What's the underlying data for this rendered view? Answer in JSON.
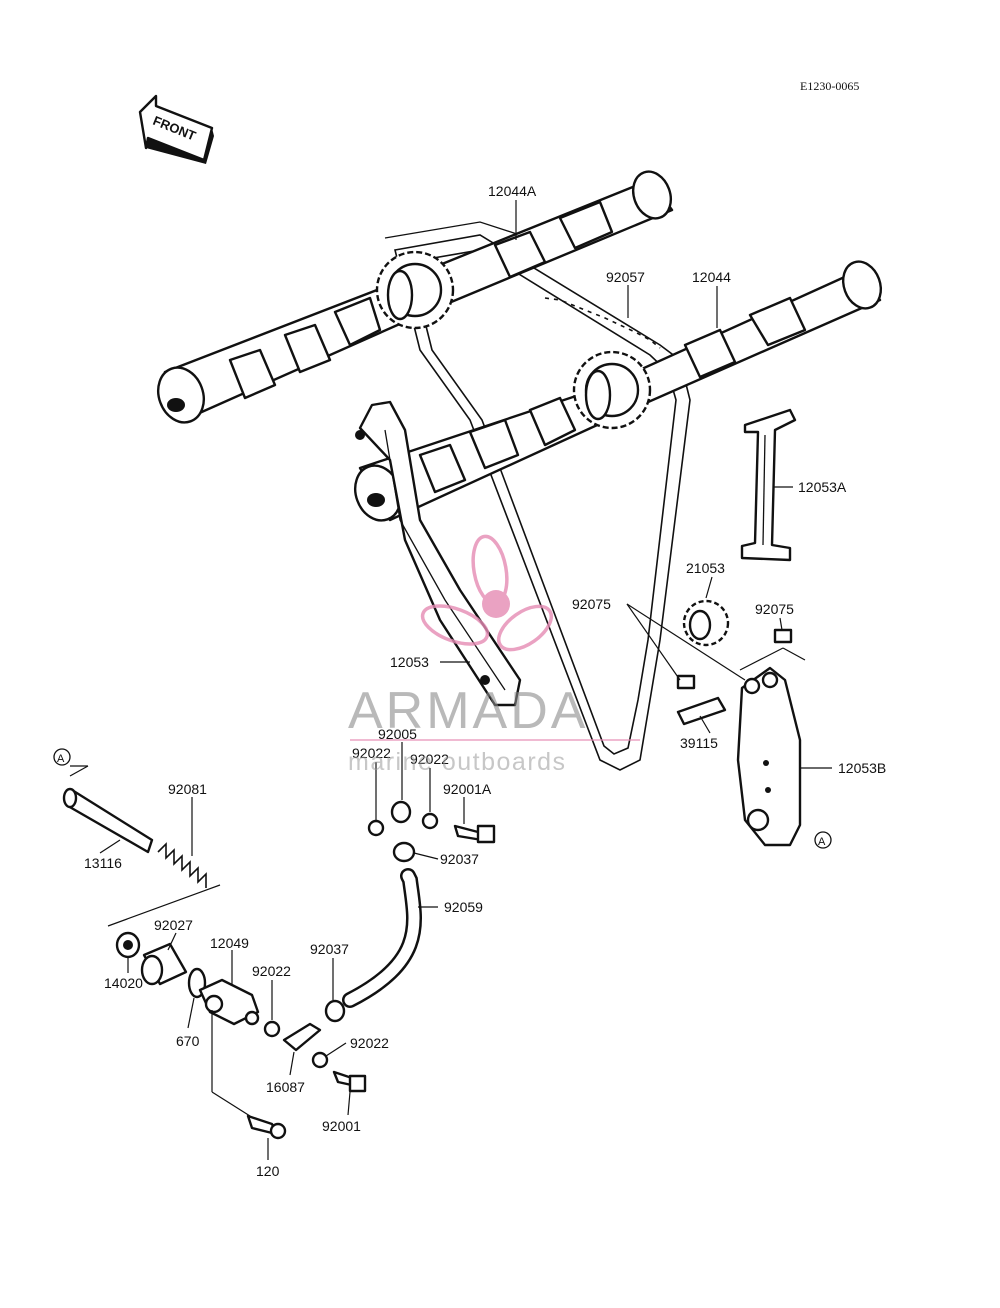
{
  "diagram_code": "E1230-0065",
  "front_arrow_label": "FRONT",
  "parts": [
    {
      "id": "p12044A",
      "label": "12044A"
    },
    {
      "id": "p92057",
      "label": "92057"
    },
    {
      "id": "p12044",
      "label": "12044"
    },
    {
      "id": "p12053A",
      "label": "12053A"
    },
    {
      "id": "p21053",
      "label": "21053"
    },
    {
      "id": "p92075a",
      "label": "92075"
    },
    {
      "id": "p92075b",
      "label": "92075"
    },
    {
      "id": "p12053",
      "label": "12053"
    },
    {
      "id": "p39115",
      "label": "39115"
    },
    {
      "id": "p12053B",
      "label": "12053B"
    },
    {
      "id": "p92005",
      "label": "92005"
    },
    {
      "id": "p92022a",
      "label": "92022"
    },
    {
      "id": "p92022b",
      "label": "92022"
    },
    {
      "id": "p92001A",
      "label": "92001A"
    },
    {
      "id": "p92037a",
      "label": "92037"
    },
    {
      "id": "p92059",
      "label": "92059"
    },
    {
      "id": "p92081",
      "label": "92081"
    },
    {
      "id": "p13116",
      "label": "13116"
    },
    {
      "id": "p92027",
      "label": "92027"
    },
    {
      "id": "p12049",
      "label": "12049"
    },
    {
      "id": "p92022c",
      "label": "92022"
    },
    {
      "id": "p92037b",
      "label": "92037"
    },
    {
      "id": "p14020",
      "label": "14020"
    },
    {
      "id": "p670",
      "label": "670"
    },
    {
      "id": "p16087",
      "label": "16087"
    },
    {
      "id": "p92022d",
      "label": "92022"
    },
    {
      "id": "p92001",
      "label": "92001"
    },
    {
      "id": "p120",
      "label": "120"
    }
  ],
  "reference_marks": [
    "A",
    "A"
  ],
  "watermark": {
    "brand": "ARMADA",
    "tagline": "marine outboards"
  },
  "colors": {
    "ink": "#111111",
    "watermark_pink": "#e58bb4",
    "watermark_gray": "#8a8a8a"
  }
}
